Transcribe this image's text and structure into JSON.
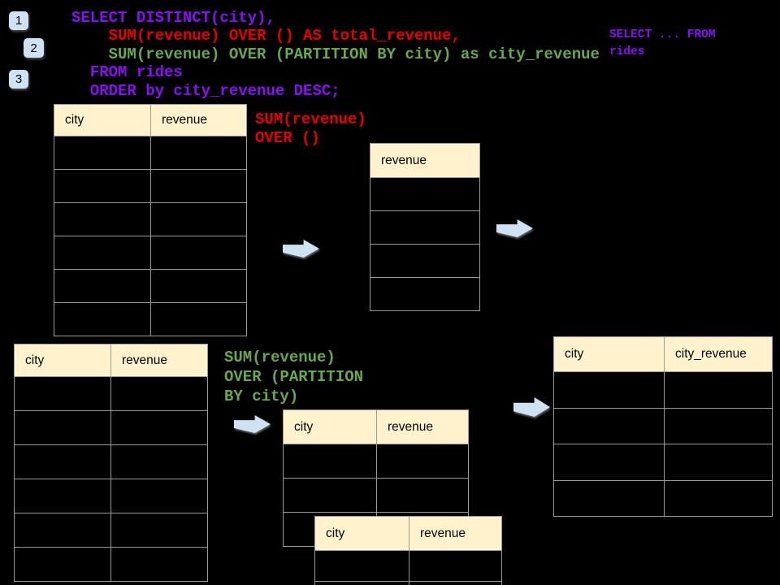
{
  "colors": {
    "bg": "#000000",
    "purple": "#8712ef",
    "red": "#e60000",
    "green": "#6aa84f",
    "blue": "#cfe2f3",
    "cream": "#fff2cc",
    "border": "#9b9b9b"
  },
  "badges": [
    {
      "label": "1"
    },
    {
      "label": "2"
    },
    {
      "label": "3"
    }
  ],
  "code": {
    "lines": [
      {
        "text": "SELECT DISTINCT(city),",
        "color": "#8712ef"
      },
      {
        "text": "    SUM(revenue) OVER () AS total_revenue,",
        "color": "#e60000"
      },
      {
        "text": "    SUM(revenue) OVER (PARTITION BY city) as city_revenue",
        "color": "#6aa84f"
      },
      {
        "text": "  FROM rides",
        "color": "#8712ef"
      },
      {
        "text": "  ORDER by city_revenue DESC;",
        "color": "#8712ef"
      }
    ]
  },
  "side_note": {
    "lines": [
      {
        "text": "SELECT ... FROM",
        "color": "#8712ef"
      },
      {
        "text": "rides",
        "color": "#8712ef"
      }
    ]
  },
  "note_total": {
    "lines": [
      {
        "text": "SUM(revenue)",
        "color": "#e60000"
      },
      {
        "text": "OVER ()",
        "color": "#e60000"
      }
    ]
  },
  "note_partition": {
    "lines": [
      {
        "text": "SUM(revenue)",
        "color": "#6aa84f"
      },
      {
        "text": "OVER (PARTITION",
        "color": "#6aa84f"
      },
      {
        "text": "BY city)",
        "color": "#6aa84f"
      }
    ]
  },
  "tables": {
    "source_top": {
      "headers": [
        "city",
        "revenue"
      ]
    },
    "total_revenue": {
      "headers": [
        "revenue"
      ]
    },
    "source_bottom": {
      "headers": [
        "city",
        "revenue"
      ]
    },
    "partition_step": {
      "headers": [
        "city",
        "revenue"
      ]
    },
    "partition_overlay": {
      "headers": [
        "city",
        "revenue"
      ]
    },
    "result": {
      "headers": [
        "city",
        "city_revenue"
      ]
    }
  }
}
